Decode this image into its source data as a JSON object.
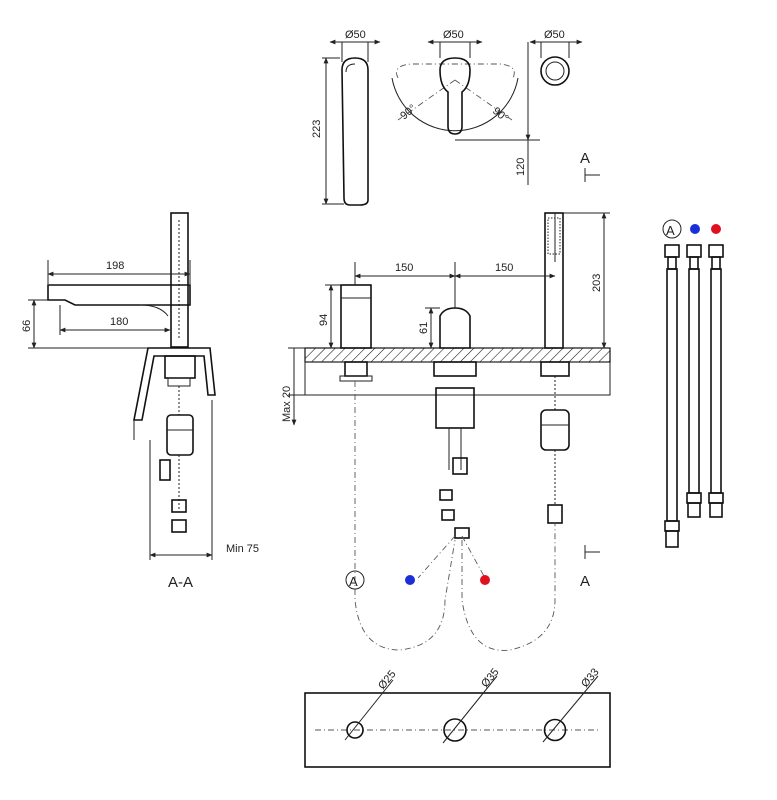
{
  "dimensions": {
    "top_dia_left": "Ø50",
    "top_dia_mid": "Ø50",
    "top_dia_right": "Ø50",
    "height_223": "223",
    "angle_left": "90°",
    "angle_right": "90°",
    "height_120": "120",
    "side_198": "198",
    "side_180": "180",
    "side_66": "66",
    "side_min75": "Min 75",
    "front_150_left": "150",
    "front_150_right": "150",
    "front_203": "203",
    "front_94": "94",
    "front_61": "61",
    "front_max20": "Max 20",
    "hole_25": "Ø25",
    "hole_35": "Ø35",
    "hole_33": "Ø33"
  },
  "labels": {
    "section_a_top": "A",
    "section_a_bottom": "A",
    "section_aa": "A-A",
    "marker_a_bottom": "A",
    "marker_a_hoses": "A"
  },
  "colors": {
    "cold": "#1a2fd6",
    "hot": "#e01020",
    "line": "#222222"
  }
}
